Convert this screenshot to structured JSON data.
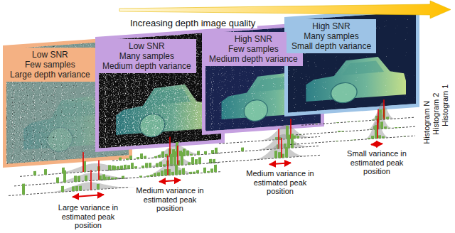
{
  "diagram": {
    "nodes": [
      {
        "text": [
          "Low SNR",
          "Few samples",
          "Large depth variance"
        ]
      },
      {
        "text": [
          "Low SNR",
          "Many samples",
          "Medium depth variance"
        ]
      },
      {
        "text": [
          "High SNR",
          "Few samples",
          "Medium depth variance"
        ]
      },
      {
        "text": [
          "High SNR",
          "Many samples",
          "Small depth variance"
        ]
      }
    ],
    "labels": [
      "Increasing depth image quality",
      "Large variance in estimated peak position",
      "Medium variance in estimated peak position",
      "Medium variance in estimated peak position",
      "Small variance in estimated peak position",
      "Histogram N",
      "Histogram 2",
      "Histogram 1"
    ]
  }
}
